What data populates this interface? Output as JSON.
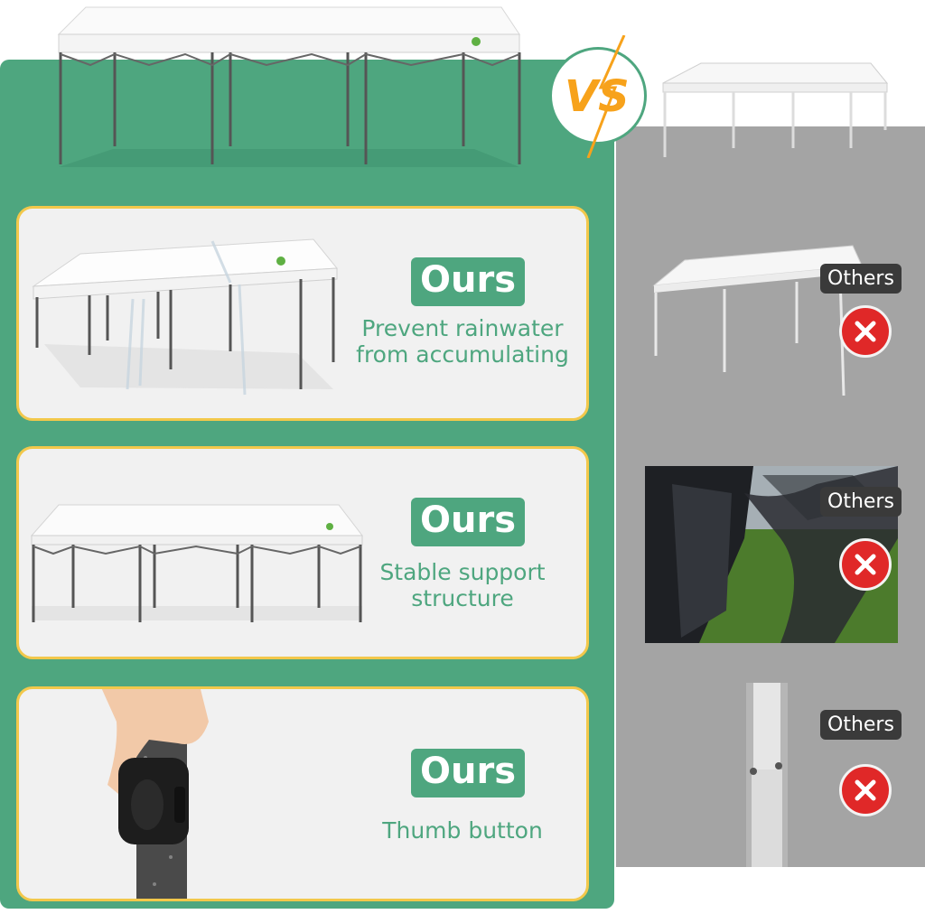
{
  "vs_label": "VS",
  "ours": [
    {
      "badge": "Ours",
      "line1": "Prevent rainwater",
      "line2": "from accumulating"
    },
    {
      "badge": "Ours",
      "line1": "Stable support",
      "line2": "structure"
    },
    {
      "badge": "Ours",
      "line1": "Thumb button",
      "line2": ""
    }
  ],
  "others": [
    {
      "label": "Others",
      "icon": "red-x-icon"
    },
    {
      "label": "Others",
      "icon": "red-x-icon"
    },
    {
      "label": "Others",
      "icon": "red-x-icon"
    }
  ],
  "colors": {
    "green": "#4ea67f",
    "gray": "#a4a4a4",
    "card_border": "#f2c84b",
    "vs_orange": "#f7a21b",
    "x_red": "#e02828"
  }
}
